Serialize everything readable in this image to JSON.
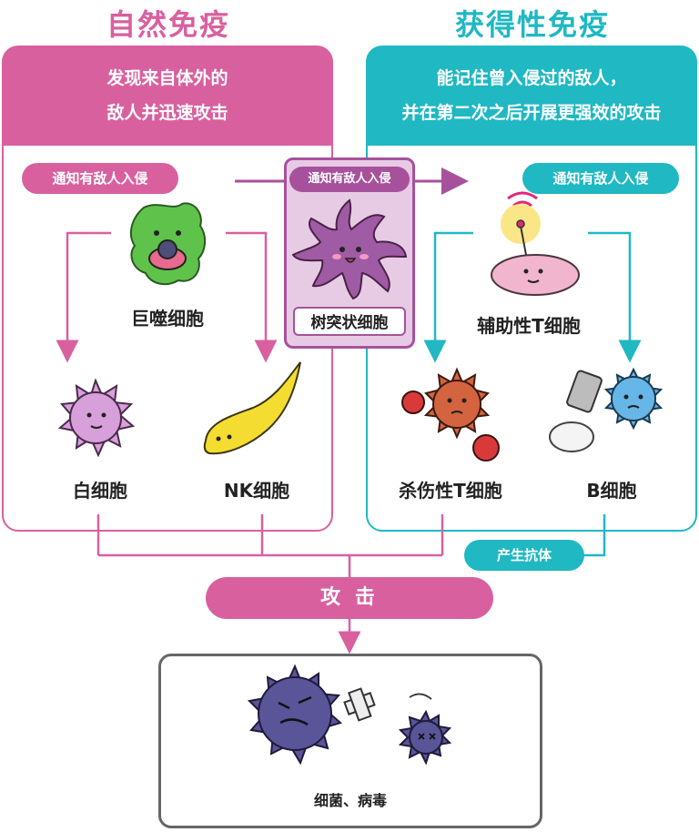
{
  "innate": {
    "title": "自然免疫",
    "desc_line1": "发现来自体外的",
    "desc_line2": "敌人并迅速攻击",
    "notify": "通知有敌人入侵",
    "macrophage": "巨噬细胞",
    "white_cell": "白细胞",
    "nk_cell": "NK细胞",
    "color": "#d9609f"
  },
  "adaptive": {
    "title": "获得性免疫",
    "desc_line1": "能记住曾入侵过的敌人，",
    "desc_line2": "并在第二次之后开展更强效的攻击",
    "notify": "通知有敌人入侵",
    "helper_t": "辅助性T细胞",
    "killer_t": "杀伤性T细胞",
    "b_cell": "B细胞",
    "antibody": "产生抗体",
    "color": "#1fb8c3"
  },
  "dendritic": {
    "notify": "通知有敌人入侵",
    "label": "树突状细胞",
    "color": "#a7519d"
  },
  "attack": "攻 击",
  "target": "细菌、病毒"
}
